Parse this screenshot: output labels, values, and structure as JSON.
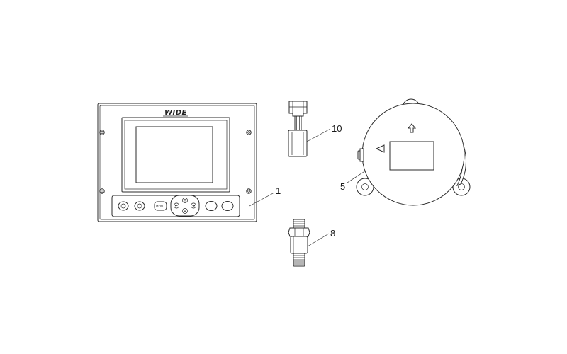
{
  "diagram": {
    "parts": [
      {
        "id": "display-unit",
        "callout": "1",
        "brand": "WIDE",
        "key_text": "MENU"
      },
      {
        "id": "connector",
        "callout": "10"
      },
      {
        "id": "round-housing",
        "callout": "5"
      },
      {
        "id": "sensor-fitting",
        "callout": "8"
      }
    ]
  },
  "icons": {
    "up-arrow": "outline up arrow on housing",
    "left-triangle": "outline left triangle on housing"
  }
}
